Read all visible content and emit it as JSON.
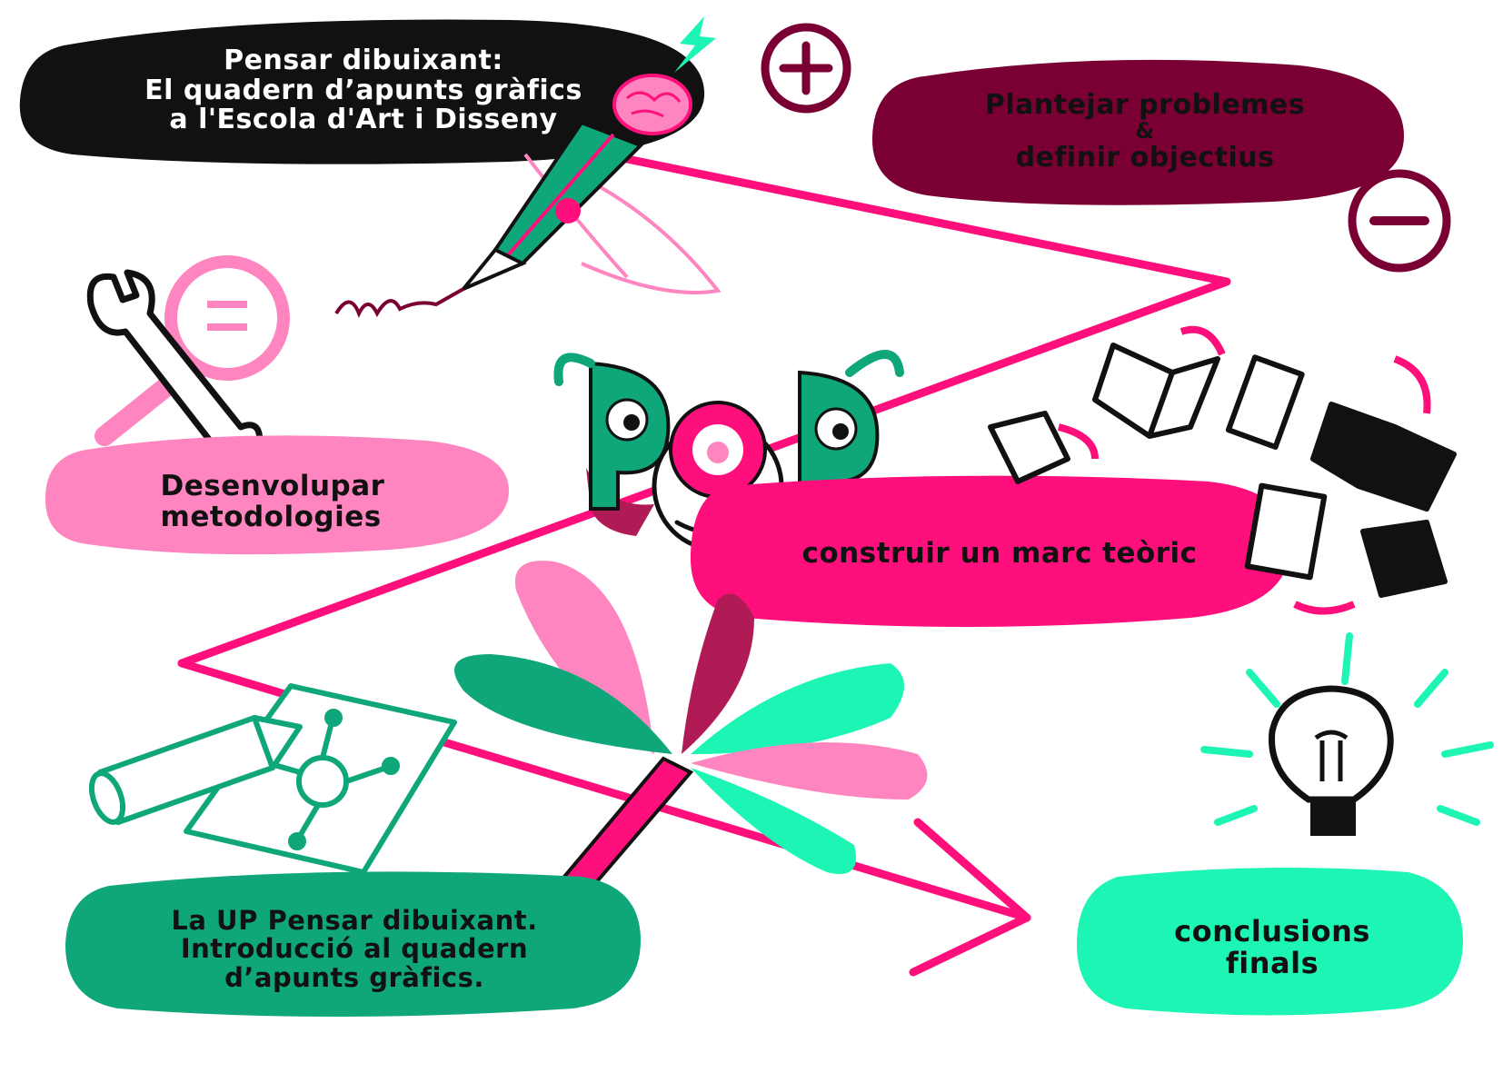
{
  "title": {
    "line1": "Pensar dibuixant:",
    "line2": "El quadern d’apunts gràfics",
    "line3": "a l'Escola d'Art i Disseny"
  },
  "steps": {
    "plantejar": {
      "line1": "Plantejar problemes",
      "line2": "&",
      "line3": "definir objectius"
    },
    "desenvolupar": {
      "line1": "Desenvolupar",
      "line2": "metodologies"
    },
    "construir": {
      "line1": "construir un marc teòric"
    },
    "up": {
      "line1": "La UP Pensar dibuixant.",
      "line2": "Introducció al quadern",
      "line3": "d’apunts gràfics."
    },
    "conclusions": {
      "line1": "conclusions",
      "line2": "finals"
    }
  },
  "colors": {
    "black": "#111111",
    "maroon": "#7a0033",
    "pink": "#ff0f7b",
    "light_pink": "#ff85c0",
    "green": "#0fa77a",
    "mint": "#1df5b5",
    "white": "#ffffff"
  },
  "icons": [
    "plus-icon",
    "minus-icon",
    "wrench-icon",
    "magnifier-icon",
    "pencil-icon",
    "brain-icon",
    "pop-face-icon",
    "books-icon",
    "lightbulb-icon",
    "mind-map-paper-icon",
    "flow-arrow-icon"
  ]
}
